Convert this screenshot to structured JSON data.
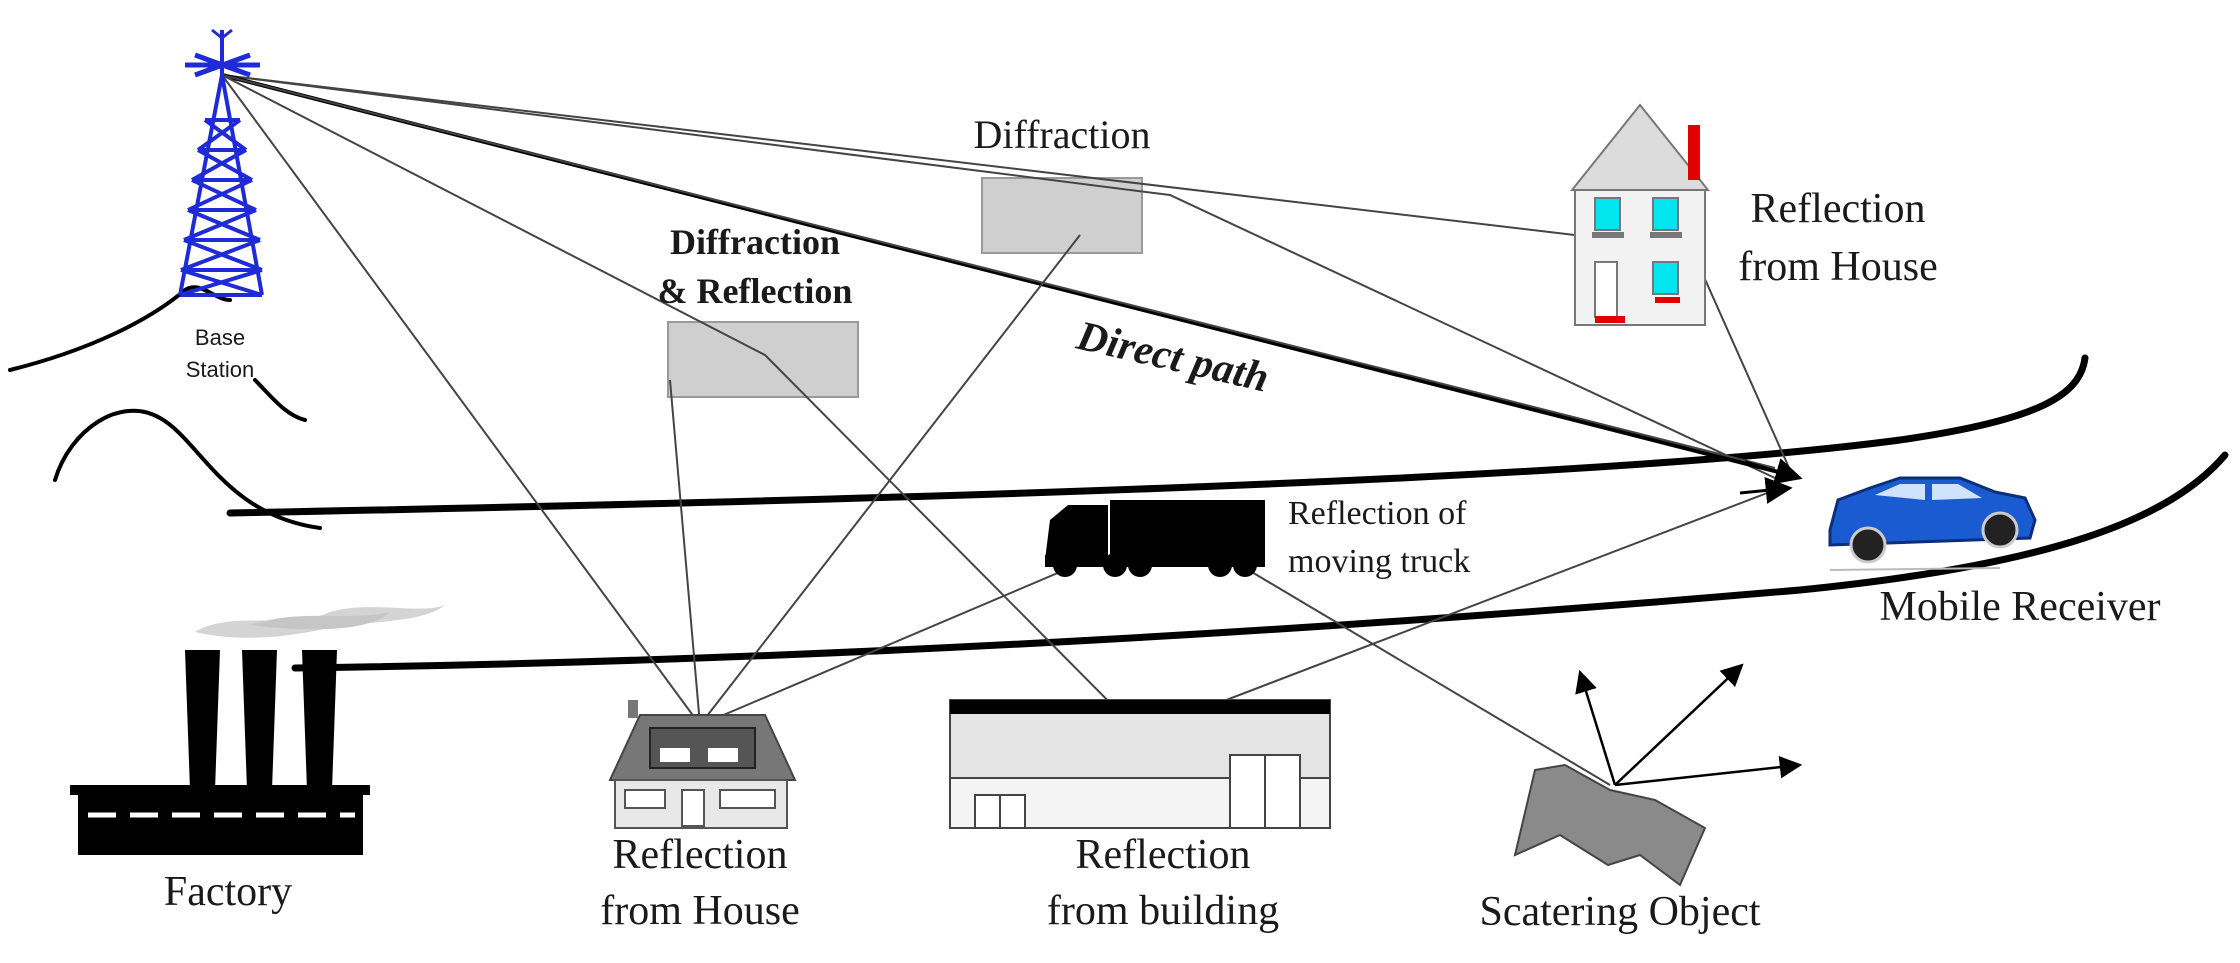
{
  "labels": {
    "base_station_line1": "Base",
    "base_station_line2": "Station",
    "diffraction_top": "Diffraction",
    "diffraction_reflection_line1": "Diffraction",
    "diffraction_reflection_line2": "& Reflection",
    "direct_path": "Direct path",
    "reflection_house_top_line1": "Reflection",
    "reflection_house_top_line2": "from House",
    "reflection_truck_line1": "Reflection of",
    "reflection_truck_line2": "moving truck",
    "mobile_receiver": "Mobile Receiver",
    "factory": "Factory",
    "reflection_house_bottom_line1": "Reflection",
    "reflection_house_bottom_line2": "from House",
    "reflection_building_line1": "Reflection",
    "reflection_building_line2": "from building",
    "scattering_object": "Scatering Object"
  },
  "colors": {
    "tower": "#1f2bd6",
    "house_window": "#00e5ee",
    "house_accent": "#e00000",
    "car": "#1a5bd1",
    "obstacle_fill": "#cfcfcf",
    "obstacle_stroke": "#9a9a9a",
    "smoke": "#d4d4d4"
  },
  "icons": {
    "tower": "radio-tower-icon",
    "house_top": "house-icon",
    "car": "car-icon",
    "truck": "truck-icon",
    "factory": "factory-icon",
    "house_bottom": "house-icon",
    "building": "warehouse-icon",
    "scatter": "scattering-object-icon"
  }
}
